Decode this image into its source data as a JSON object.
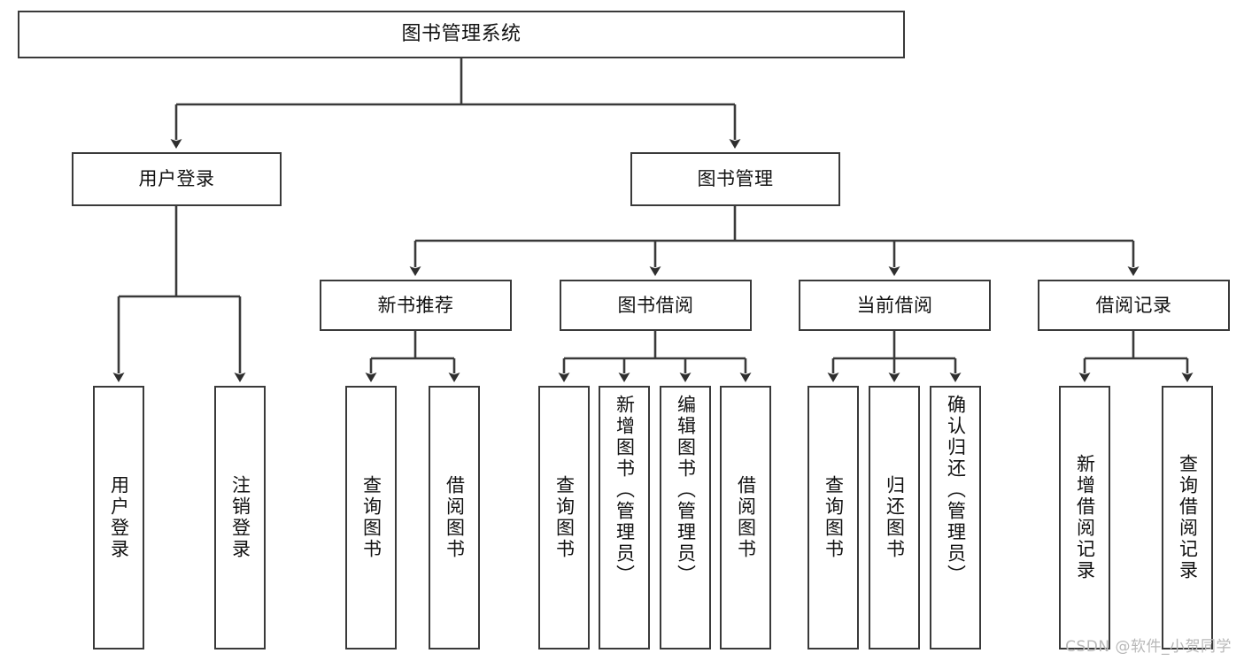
{
  "diagram": {
    "type": "tree-hierarchy-chart",
    "title": "图书管理系统",
    "orientation": "top-down",
    "line_color": "#3a3a3a",
    "box_fill": "#ffffff",
    "text_color": "#111111",
    "levels": 4
  },
  "nodes": {
    "root": {
      "label": "图书管理系统",
      "level": 1
    },
    "level2": [
      {
        "id": "user-login",
        "label": "用户登录",
        "level": 2
      },
      {
        "id": "book-manage",
        "label": "图书管理",
        "level": 2
      }
    ],
    "level3": [
      {
        "id": "new-book-rec",
        "label": "新书推荐",
        "level": 3,
        "parent": "book-manage"
      },
      {
        "id": "book-borrow",
        "label": "图书借阅",
        "level": 3,
        "parent": "book-manage"
      },
      {
        "id": "current-borrow",
        "label": "当前借阅",
        "level": 3,
        "parent": "book-manage"
      },
      {
        "id": "borrow-record",
        "label": "借阅记录",
        "level": 3,
        "parent": "book-manage"
      }
    ],
    "leaves": [
      {
        "id": "leaf-user-login",
        "label": "用户登录",
        "parent": "user-login"
      },
      {
        "id": "leaf-user-logout",
        "label": "注销登录",
        "parent": "user-login"
      },
      {
        "id": "leaf-rec-query",
        "label": "查询图书",
        "parent": "new-book-rec"
      },
      {
        "id": "leaf-rec-borrow",
        "label": "借阅图书",
        "parent": "new-book-rec"
      },
      {
        "id": "leaf-borrow-query",
        "label": "查询图书",
        "parent": "book-borrow"
      },
      {
        "id": "leaf-borrow-add",
        "label": "新增图书（管理员）",
        "parent": "book-borrow"
      },
      {
        "id": "leaf-borrow-edit",
        "label": "编辑图书（管理员）",
        "parent": "book-borrow"
      },
      {
        "id": "leaf-borrow-lend",
        "label": "借阅图书",
        "parent": "book-borrow"
      },
      {
        "id": "leaf-cur-query",
        "label": "查询图书",
        "parent": "current-borrow"
      },
      {
        "id": "leaf-cur-return",
        "label": "归还图书",
        "parent": "current-borrow"
      },
      {
        "id": "leaf-cur-confirm",
        "label": "确认归还（管理员）",
        "parent": "current-borrow"
      },
      {
        "id": "leaf-rec-add",
        "label": "新增借阅记录",
        "parent": "borrow-record"
      },
      {
        "id": "leaf-rec-search",
        "label": "查询借阅记录",
        "parent": "borrow-record"
      }
    ]
  },
  "watermark": {
    "text": "CSDN @软件_小贺同学"
  }
}
